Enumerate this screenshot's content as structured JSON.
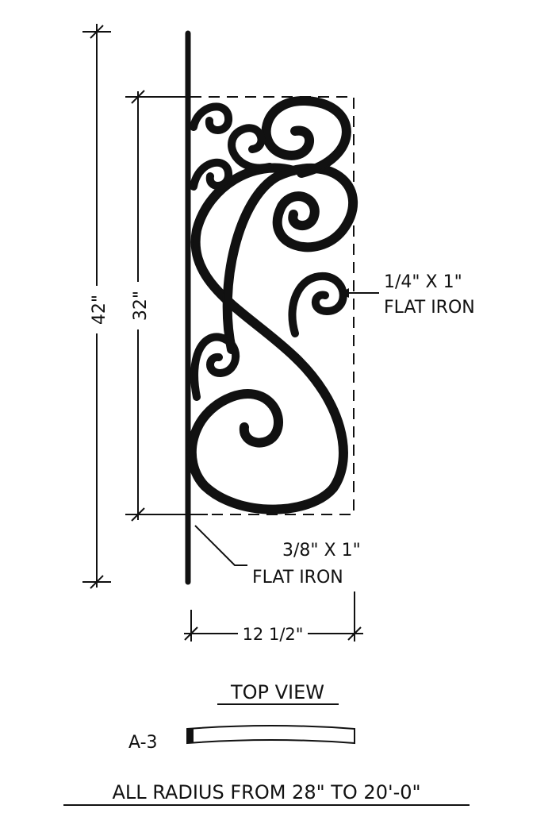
{
  "dimensions": {
    "overall_height": "42\"",
    "panel_height": "32\"",
    "panel_width": "12 1/2\""
  },
  "callouts": {
    "scroll_material_size": "1/4\" X 1\"",
    "scroll_material_type": "FLAT IRON",
    "post_material_size": "3/8\"  X 1\"",
    "post_material_type": "FLAT IRON"
  },
  "top_view": {
    "title": "TOP VIEW",
    "label": "A-3"
  },
  "footer_note": "ALL RADIUS FROM 28\" TO 20'-0\""
}
